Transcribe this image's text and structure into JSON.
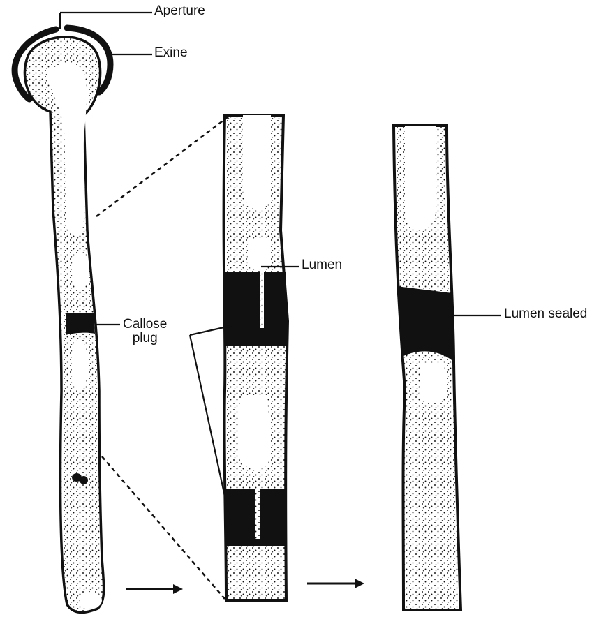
{
  "labels": {
    "aperture": "Aperture",
    "exine": "Exine",
    "lumen": "Lumen",
    "callose_line1": "Callose",
    "callose_line2": "plug",
    "lumen_sealed": "Lumen sealed"
  },
  "colors": {
    "ink": "#111111",
    "paper": "#ffffff"
  }
}
